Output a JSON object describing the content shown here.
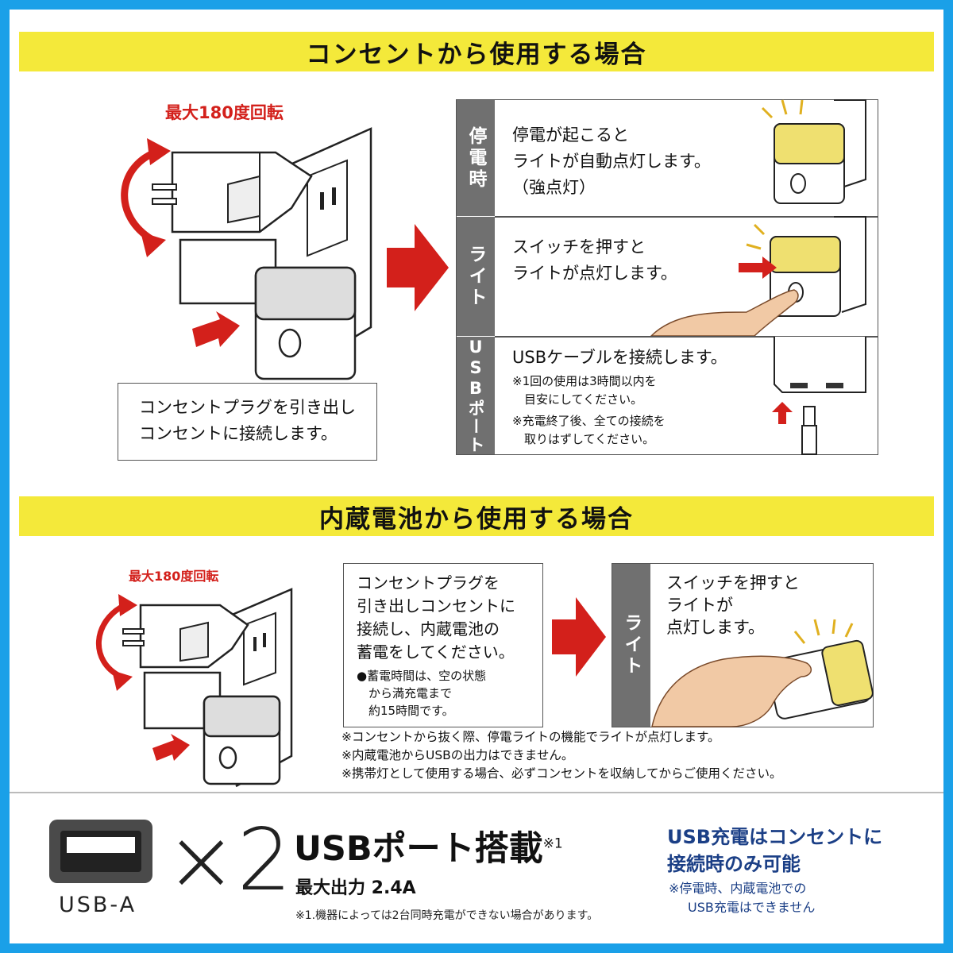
{
  "section1": {
    "title": "コンセントから使用する場合",
    "rotation_label": "最大180度回転",
    "instruction_lines": [
      "コンセントプラグを引き出し",
      "コンセントに接続します。"
    ],
    "rows": [
      {
        "label": "停電時",
        "lines": [
          "停電が起こると",
          "ライトが自動点灯します。",
          "（強点灯）"
        ]
      },
      {
        "label": "ライト",
        "lines": [
          "スイッチを押すと",
          "ライトが点灯します。"
        ]
      },
      {
        "label": "USBポート",
        "lines": [
          "USBケーブルを接続します。"
        ],
        "notes": [
          "※1回の使用は3時間以内を",
          "　目安にしてください。",
          "※充電終了後、全ての接続を",
          "　取りはずしてください。"
        ]
      }
    ]
  },
  "section2": {
    "title": "内蔵電池から使用する場合",
    "rotation_label": "最大180度回転",
    "instruction_lines": [
      "コンセントプラグを",
      "引き出しコンセントに",
      "接続し、内蔵電池の",
      "蓄電をしてください。"
    ],
    "instruction_notes": [
      "●蓄電時間は、空の状態",
      "　から満充電まで",
      "　約15時間です。"
    ],
    "light": {
      "label": "ライト",
      "lines": [
        "スイッチを押すと",
        "ライトが",
        "点灯します。"
      ]
    },
    "footnotes": [
      "※コンセントから抜く際、停電ライトの機能でライトが点灯します。",
      "※内蔵電池からUSBの出力はできません。",
      "※携帯灯として使用する場合、必ずコンセントを収納してからご使用ください。"
    ]
  },
  "footer": {
    "port_type": "USB-A",
    "multiplier": "×2",
    "headline": "USBポート搭載",
    "headline_sup": "※1",
    "max_output": "最大出力 2.4A",
    "headline_note": "※1.機器によっては2台同時充電ができない場合があります。",
    "right_title_lines": [
      "USB充電はコンセントに",
      "接続時のみ可能"
    ],
    "right_note_lines": [
      "※停電時、内蔵電池での",
      "USB充電はできません"
    ]
  },
  "colors": {
    "frame": "#1aa0e8",
    "banner": "#f4e93a",
    "accent_red": "#d3201b",
    "label_gray": "#707070",
    "navy": "#1b3f86",
    "light_yellow": "#efe070"
  }
}
